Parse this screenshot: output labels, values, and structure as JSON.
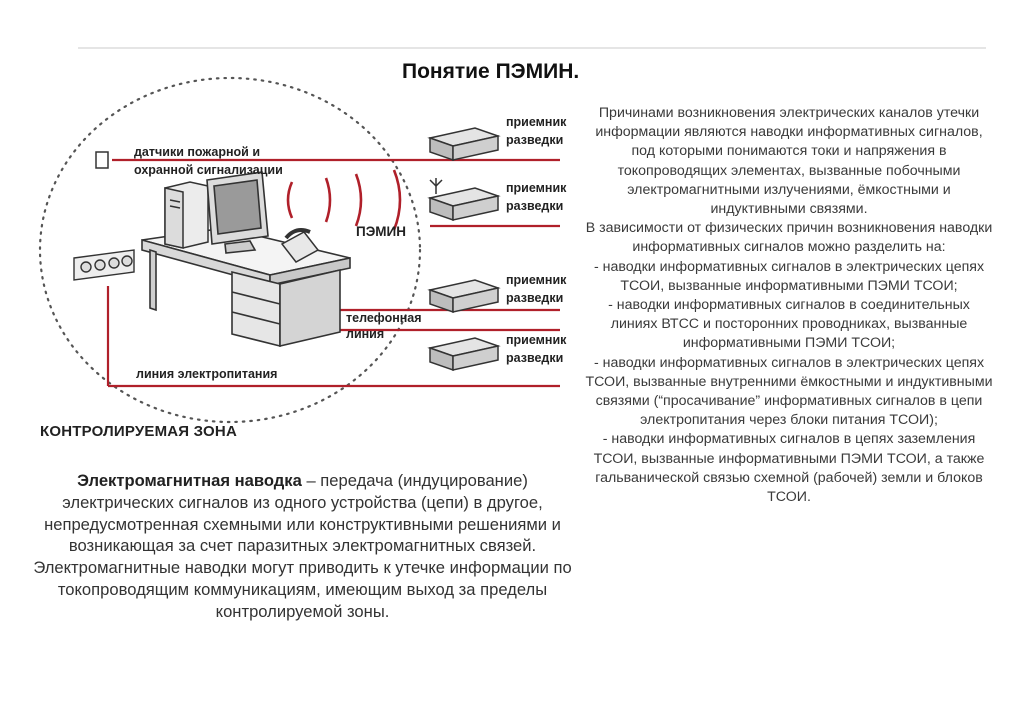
{
  "title": "Понятие ПЭМИН.",
  "diagram": {
    "sensors_label_1": "датчики пожарной и",
    "sensors_label_2": "охранной сигнализации",
    "pemin_label": "ПЭМИН",
    "phone_line_label_1": "телефонная",
    "phone_line_label_2": "линия",
    "power_line_label": "линия электропитания",
    "zone_label": "КОНТРОЛИРУЕМАЯ ЗОНА",
    "receivers": [
      {
        "line1": "приемник",
        "line2": "разведки"
      },
      {
        "line1": "приемник",
        "line2": "разведки"
      },
      {
        "line1": "приемник",
        "line2": "разведки"
      },
      {
        "line1": "приемник",
        "line2": "разведки"
      }
    ],
    "accent_color": "#b0202a"
  },
  "definition": {
    "term": "Электромагнитная наводка",
    "text": " – передача (индуцирование) электрических сигналов из одного устройства (цепи) в другое, непредусмотренная схемными или конструктивными решениями и возникающая за счет паразитных электромагнитных связей.",
    "text2": "Электромагнитные наводки могут приводить к утечке информации по токопроводящим коммуникациям, имеющим выход за пределы контролируемой зоны."
  },
  "right_text": {
    "p1": "Причинами возникновения электрических каналов утечки информации являются наводки информативных сигналов, под которыми понимаются токи и напряжения в токопроводящих элементах, вызванные побочными электромагнитными излучениями, ёмкостными и индуктивными связями.",
    "p2": "В зависимости от физических причин возникновения наводки информативных сигналов можно разделить на:",
    "items": [
      "- наводки информативных сигналов в электрических цепях ТСОИ, вызванные информативными ПЭМИ ТСОИ;",
      "- наводки информативных сигналов в соединительных линиях ВТСС и посторонних проводниках, вызванные информативными ПЭМИ ТСОИ;",
      "- наводки информативных сигналов в электрических цепях ТСОИ, вызванные внутренними ёмкостными и индуктивными связями (“просачивание” информативных сигналов в цепи электропитания через блоки питания ТСОИ);",
      "- наводки информативных сигналов в цепях заземления ТСОИ, вызванные информативными ПЭМИ ТСОИ, а также гальванической связью схемной (рабочей) земли и блоков ТСОИ."
    ]
  }
}
